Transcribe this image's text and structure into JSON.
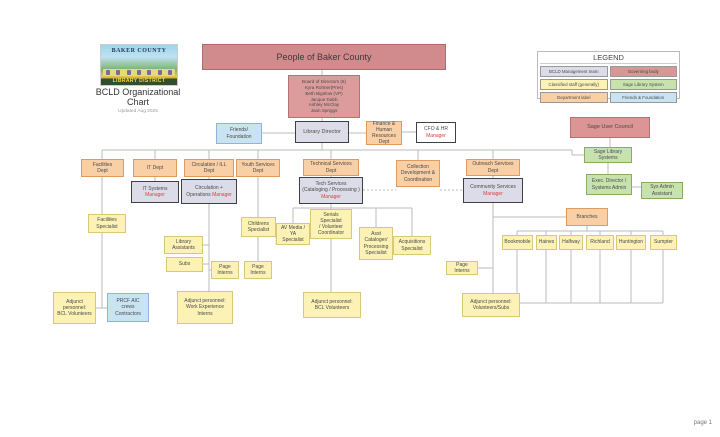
{
  "header": {
    "logo_line1": "BAKER COUNTY",
    "logo_line2": "LIBRARY DISTRICT",
    "title": "BCLD Organizational\nChart",
    "updated": "Updated Aug 2025"
  },
  "footer": {
    "page_number": "page 1"
  },
  "banner": "People of Baker County",
  "board": "Board of Directors (5)\nKyra Rohner(Pres)\nBeth Bigelow (VP)\nJacque Dabb\nAshley McClay\nJoan Spriggs",
  "legend": {
    "title": "LEGEND",
    "items": [
      {
        "label": "BCLD Management team",
        "color": "#dcdce8"
      },
      {
        "label": "Governing body",
        "color": "#dc9494"
      },
      {
        "label": "Classified staff (generally)",
        "color": "#fcf2b6"
      },
      {
        "label": "Sage Library System",
        "color": "#c8e2ae"
      },
      {
        "label": "Department label",
        "color": "#f9cfa6"
      },
      {
        "label": "Friends & Foundation",
        "color": "#c9e3f2"
      }
    ]
  },
  "colors": {
    "manager_text": "#e03c3c",
    "connector": "#bbbbbb"
  },
  "nodes": {
    "friends_foundation": "Friends/\nFoundation",
    "library_director": "Library Director",
    "finance_hr": "Finance &\nHuman\nResources Dept",
    "cfo_hr": {
      "label": "CFO & HR\n",
      "manager": "Manager"
    },
    "sage_user_council": "Sage User Council",
    "sage_library_systems": "Sage Library Systems",
    "exec_director": "Exec. Director /\nSystems Admin",
    "sys_admin_assistant": "Sys Admin\nAssistant",
    "facilities_dept": "Facilities\nDept",
    "it_dept": "IT Dept",
    "circulation_dept": "Circulation / ILL\nDept",
    "youth_dept": "Youth Services\nDept",
    "tech_dept": "Technical Services\nDept",
    "collection_dev": "Collection\nDevelopment &\nCoordination",
    "outreach_dept": "Outreach Services\nDept",
    "it_manager": {
      "label": "IT Systems\n",
      "manager": "Manager"
    },
    "circulation_manager": {
      "label": "Circulation +\nOperations ",
      "manager": "Manager"
    },
    "tech_manager": {
      "label": "Tech Services\n(Cataloging / Processing )\n",
      "manager": "Manager"
    },
    "community_manager": {
      "label": "Community Services\n",
      "manager": "Manager"
    },
    "facilities_specialist": "Facilities\nSpecialist",
    "library_assistants": "Library\nAssistants",
    "subs": "Subs",
    "page_interns_circulation": "Page\nInterns",
    "childrens_specialist": "Childrens\nSpecialist",
    "page_interns_youth": "Page\nInterns",
    "av_media_specialist": "AV Media / YA\nSpecialist",
    "serials_specialist": "Serials Specialist\n/ Volunteer\nCoordinator",
    "asst_cataloger": "Asst\nCataloger/\nProcessing\nSpecialist",
    "acquisitions_specialist": "Acquisitions\nSpecialist",
    "page_interns_outreach": "Page Interns",
    "branches": "Branches",
    "branch_list": [
      "Bookmobile",
      "Haines",
      "Halfway",
      "Richland",
      "Huntington",
      "Sumpter"
    ],
    "adjunct_bcl_volunteers_fac": "Adjunct\npersonnel:\nBCL Volunteers",
    "prcf_contractors": "PRCF AIC\ncrews\nContractors",
    "adjunct_work_experience": "Adjunct personnel:\nWork Experience\nInterns",
    "adjunct_bcl_volunteers_tech": "Adjunct personnel:\nBCL Volunteers",
    "adjunct_volunteers_subs": "Adjunct personnel:\nVolunteers/Subs"
  }
}
